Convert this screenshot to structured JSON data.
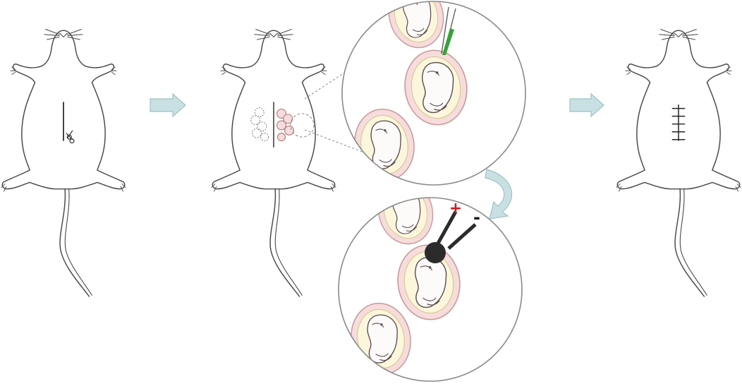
{
  "figure": {
    "panels": [
      "mouse-with-incision",
      "mouse-with-exposed-uterine-horns",
      "zoom-injection",
      "zoom-electroporation",
      "mouse-sutured"
    ],
    "electrode_labels": {
      "positive": "+",
      "negative": "-"
    },
    "colors": {
      "outline": "#4a4a4a",
      "arrow_fill": "#c9e0e3",
      "arrow_stroke": "#9fc1c6",
      "curved_arrow": "#a9c8cd",
      "uterus_fill": "#f6dcdc",
      "uterus_stroke": "#c99a9a",
      "sac_fill": "#fbf6dc",
      "embryo_fill": "#fdfafa",
      "pipette_green": "#3aa13a",
      "electrode_dark": "#2b2b2b",
      "plus_red": "#d11a1a"
    }
  }
}
